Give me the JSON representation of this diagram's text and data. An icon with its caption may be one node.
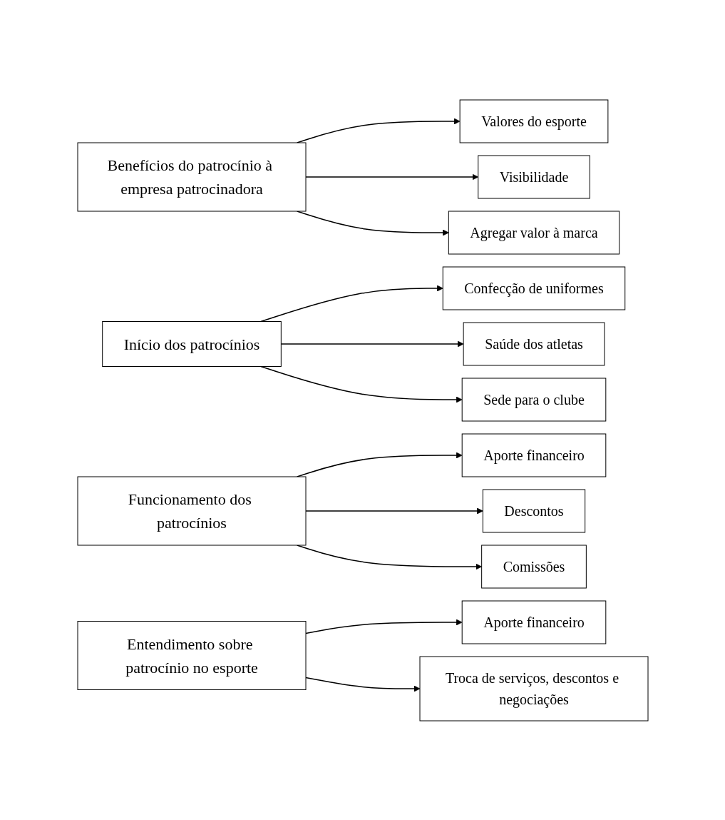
{
  "diagram": {
    "nodes": [
      {
        "text": [
          "Benefícios do patrocínio à empresa patrocinadora"
        ]
      },
      {
        "text": [
          "Valores do esporte"
        ]
      },
      {
        "text": [
          "Visibilidade"
        ]
      },
      {
        "text": [
          "Agregar valor à marca"
        ]
      },
      {
        "text": [
          "Início dos patrocínios"
        ]
      },
      {
        "text": [
          "Confecção de uniformes"
        ]
      },
      {
        "text": [
          "Saúde dos atletas"
        ]
      },
      {
        "text": [
          "Sede para o clube"
        ]
      },
      {
        "text": [
          "Funcionamento dos patrocínios"
        ]
      },
      {
        "text": [
          "Aporte financeiro"
        ]
      },
      {
        "text": [
          "Descontos"
        ]
      },
      {
        "text": [
          "Comissões"
        ]
      },
      {
        "text": [
          "Entendimento sobre patrocínio no esporte"
        ]
      },
      {
        "text": [
          "Aporte financeiro"
        ]
      },
      {
        "text": [
          "Troca de serviços, descontos e negociações"
        ]
      }
    ],
    "edges": [
      {
        "from": 0,
        "to": 1,
        "arrow": "to"
      },
      {
        "from": 0,
        "to": 2,
        "arrow": "to"
      },
      {
        "from": 0,
        "to": 3,
        "arrow": "to"
      },
      {
        "from": 4,
        "to": 5,
        "arrow": "to"
      },
      {
        "from": 4,
        "to": 6,
        "arrow": "to"
      },
      {
        "from": 4,
        "to": 7,
        "arrow": "to"
      },
      {
        "from": 8,
        "to": 9,
        "arrow": "to"
      },
      {
        "from": 8,
        "to": 10,
        "arrow": "to"
      },
      {
        "from": 8,
        "to": 11,
        "arrow": "to"
      },
      {
        "from": 12,
        "to": 13,
        "arrow": "to"
      },
      {
        "from": 12,
        "to": 14,
        "arrow": "to"
      }
    ]
  }
}
